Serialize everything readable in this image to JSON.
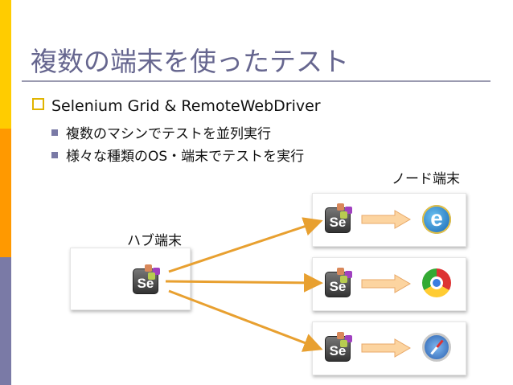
{
  "title": "複数の端末を使ったテスト",
  "bullets": {
    "main": "Selenium Grid & RemoteWebDriver",
    "sub": [
      "複数のマシンでテストを並列実行",
      "様々な種類のOS・端末でテストを実行"
    ]
  },
  "diagram": {
    "hub_label": "ハブ端末",
    "node_label": "ノード端末",
    "se_logo_text": "Se",
    "ie_glyph": "e",
    "nodes": [
      "internet-explorer",
      "chrome",
      "safari"
    ]
  },
  "colors": {
    "accent_yellow": "#ffcc00",
    "accent_orange": "#ff9900",
    "accent_purple": "#7a7aa6",
    "arrow": "#e8a030"
  }
}
